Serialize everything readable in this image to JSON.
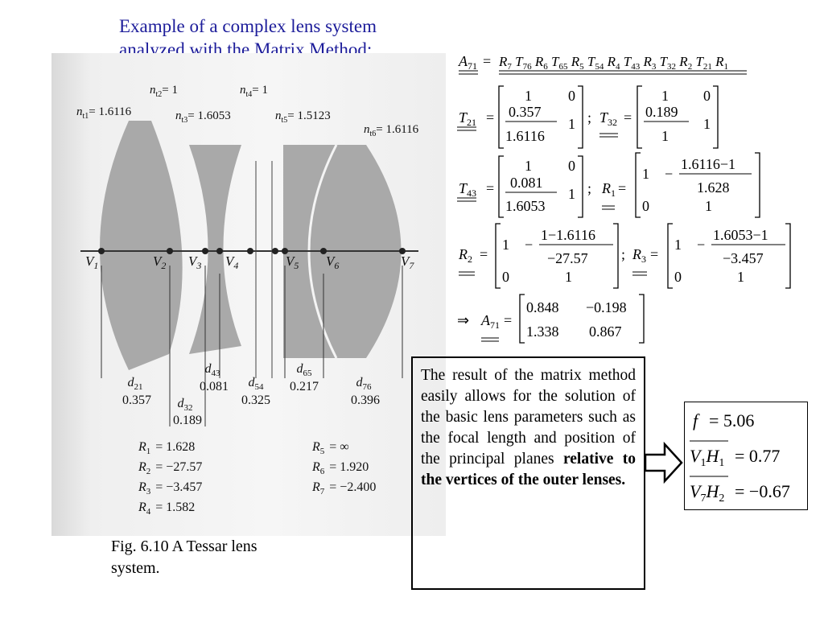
{
  "heading": {
    "line1": "Example of a complex lens system",
    "line2": "analyzed with the Matrix Method:"
  },
  "figure": {
    "indices": {
      "nt1": "= 1.6116",
      "nt2": "= 1",
      "nt3": "= 1.6053",
      "nt4": "= 1",
      "nt5": "= 1.5123",
      "nt6": "= 1.6116"
    },
    "vertices": [
      "1",
      "2",
      "3",
      "4",
      "5",
      "6",
      "7"
    ],
    "distances": [
      {
        "sub": "21",
        "value": "0.357"
      },
      {
        "sub": "32",
        "value": "0.189"
      },
      {
        "sub": "43",
        "value": "0.081"
      },
      {
        "sub": "54",
        "value": "0.325"
      },
      {
        "sub": "65",
        "value": "0.217"
      },
      {
        "sub": "76",
        "value": "0.396"
      }
    ],
    "radii_left": [
      {
        "sub": "1",
        "value": "= 1.628"
      },
      {
        "sub": "2",
        "value": "= −27.57"
      },
      {
        "sub": "3",
        "value": "= −3.457"
      },
      {
        "sub": "4",
        "value": "= 1.582"
      }
    ],
    "radii_right": [
      {
        "sub": "5",
        "value": "= ∞"
      },
      {
        "sub": "6",
        "value": "= 1.920"
      },
      {
        "sub": "7",
        "value": "= −2.400"
      }
    ],
    "caption_line1": "Fig. 6.10  A Tessar lens",
    "caption_line2": "system."
  },
  "matrices": {
    "product_lhs": "A",
    "product_lhs_sub": "71",
    "product_terms": [
      {
        "s": "R",
        "b": "7"
      },
      {
        "s": "T",
        "b": "76"
      },
      {
        "s": "R",
        "b": "6"
      },
      {
        "s": "T",
        "b": "65"
      },
      {
        "s": "R",
        "b": "5"
      },
      {
        "s": "T",
        "b": "54"
      },
      {
        "s": "R",
        "b": "4"
      },
      {
        "s": "T",
        "b": "43"
      },
      {
        "s": "R",
        "b": "3"
      },
      {
        "s": "T",
        "b": "32"
      },
      {
        "s": "R",
        "b": "2"
      },
      {
        "s": "T",
        "b": "21"
      },
      {
        "s": "R",
        "b": "1"
      }
    ],
    "T21": {
      "a11": "1",
      "a12": "0",
      "num": "0.357",
      "den": "1.6116",
      "a22": "1"
    },
    "T32": {
      "a11": "1",
      "a12": "0",
      "num": "0.189",
      "den": "1",
      "a22": "1"
    },
    "T43": {
      "a11": "1",
      "a12": "0",
      "num": "0.081",
      "den": "1.6053",
      "a22": "1"
    },
    "R1": {
      "a11": "1",
      "num": "1.6116−1",
      "den": "1.628",
      "a21": "0",
      "a22": "1"
    },
    "R2": {
      "a11": "1",
      "num": "1−1.6116",
      "den": "−27.57",
      "a21": "0",
      "a22": "1"
    },
    "R3": {
      "a11": "1",
      "num": "1.6053−1",
      "den": "−3.457",
      "a21": "0",
      "a22": "1"
    },
    "A71": {
      "a11": "0.848",
      "a12": "−0.198",
      "a21": "1.338",
      "a22": "0.867"
    }
  },
  "result_text": {
    "normal": "The result of the matrix method easily allows for the solution of the basic lens parameters such as the focal length and position of the principal planes ",
    "bold": "relative to the vertices of the outer lenses."
  },
  "results": {
    "f_symbol": "f",
    "f_value": "= 5.06",
    "vh1_value": "= 0.77",
    "vh2_value": "= −0.67"
  },
  "colors": {
    "heading": "#1c1c9a",
    "lens_fill": "#a9a9a9"
  }
}
